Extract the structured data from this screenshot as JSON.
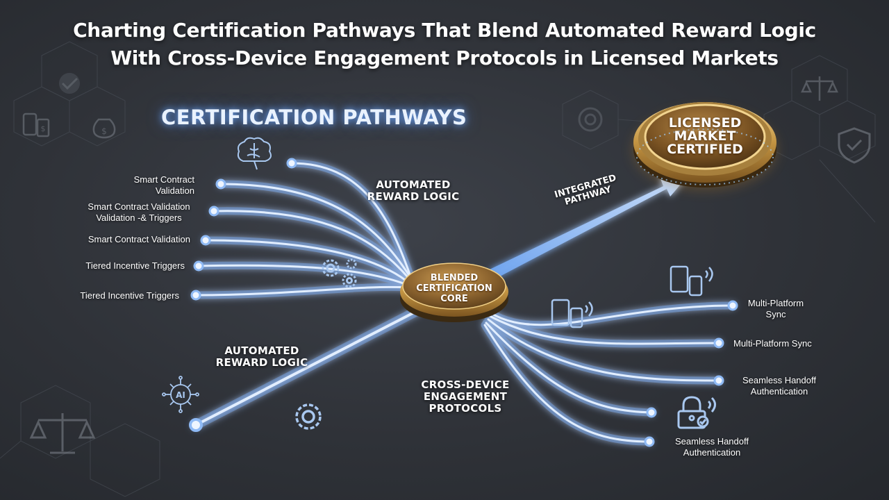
{
  "title": {
    "line1": "Charting Certification Pathways That Blend Automated Reward Logic",
    "line2": "With Cross-Device Engagement Protocols in Licensed Markets"
  },
  "section_heading": "CERTIFICATION PATHWAYS",
  "left_branches": {
    "caption_line1": "AUTOMATED",
    "caption_line2": "REWARD LOGIC",
    "items": [
      {
        "line1": "Smart Contract",
        "line2": "Validation"
      },
      {
        "line1": "Smart Contract Validation",
        "line2": "Validation -& Triggers"
      },
      {
        "line1": "Smart Contract Validation",
        "line2": ""
      },
      {
        "line1": "Tiered Incentive Triggers",
        "line2": ""
      },
      {
        "line1": "Tiered Incentive Triggers",
        "line2": ""
      }
    ]
  },
  "lower_left": {
    "caption_line1": "AUTOMATED",
    "caption_line2": "REWARD LOGIC",
    "ai_icon_text": "AI"
  },
  "core": {
    "line1": "BLENDED",
    "line2": "CERTIFICATION",
    "line3": "CORE"
  },
  "integrated": {
    "line1": "INTEGRATED",
    "line2": "PATHWAY"
  },
  "badge": {
    "line1": "LICENSED",
    "line2": "MARKET",
    "line3": "CERTIFIED"
  },
  "right_branches": {
    "caption_line1": "CROSS-DEVICE",
    "caption_line2": "ENGAGEMENT",
    "caption_line3": "PROTOCOLS",
    "items": [
      {
        "line1": "Multi-Platform",
        "line2": "Sync"
      },
      {
        "line1": "Multi-Platform Sync",
        "line2": ""
      },
      {
        "line1": "Seamless Handoff",
        "line2": "Authentication"
      },
      {
        "line1": "Seamless Handoff",
        "line2": "Authentication"
      }
    ]
  },
  "icons": [
    "brain-icon",
    "gears-icon",
    "gear-icon",
    "ai-chip-icon",
    "tablet-phone-icon",
    "devices-icon",
    "padlock-icon",
    "scales-icon",
    "shield-check-icon",
    "money-bag-icon",
    "handshake-icon",
    "mobile-payment-icon"
  ],
  "colors": {
    "background": "#2f3238",
    "pathway_glow": "#9cc6ff",
    "pathway_core": "#dbe9ff",
    "gold": "#c9a15a",
    "gold_dark": "#7a5a2a",
    "text": "#ffffff",
    "icon_blue": "#a9c8f0"
  }
}
